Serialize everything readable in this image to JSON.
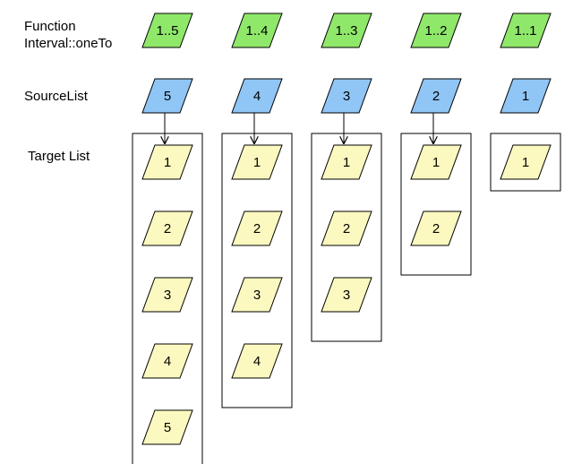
{
  "labels": {
    "function_line1": "Function",
    "function_line2": "Interval::oneTo",
    "source": "SourceList",
    "target": "Target List"
  },
  "colors": {
    "function_fill": "#8fe86a",
    "source_fill": "#8fc6f6",
    "target_fill": "#fbf9bf",
    "stroke": "#000000"
  },
  "columns": [
    {
      "function": "1..5",
      "source": "5",
      "targets": [
        "1",
        "2",
        "3",
        "4",
        "5"
      ]
    },
    {
      "function": "1..4",
      "source": "4",
      "targets": [
        "1",
        "2",
        "3",
        "4"
      ]
    },
    {
      "function": "1..3",
      "source": "3",
      "targets": [
        "1",
        "2",
        "3"
      ]
    },
    {
      "function": "1..2",
      "source": "2",
      "targets": [
        "1",
        "2"
      ]
    },
    {
      "function": "1..1",
      "source": "1",
      "targets": [
        "1"
      ]
    }
  ]
}
